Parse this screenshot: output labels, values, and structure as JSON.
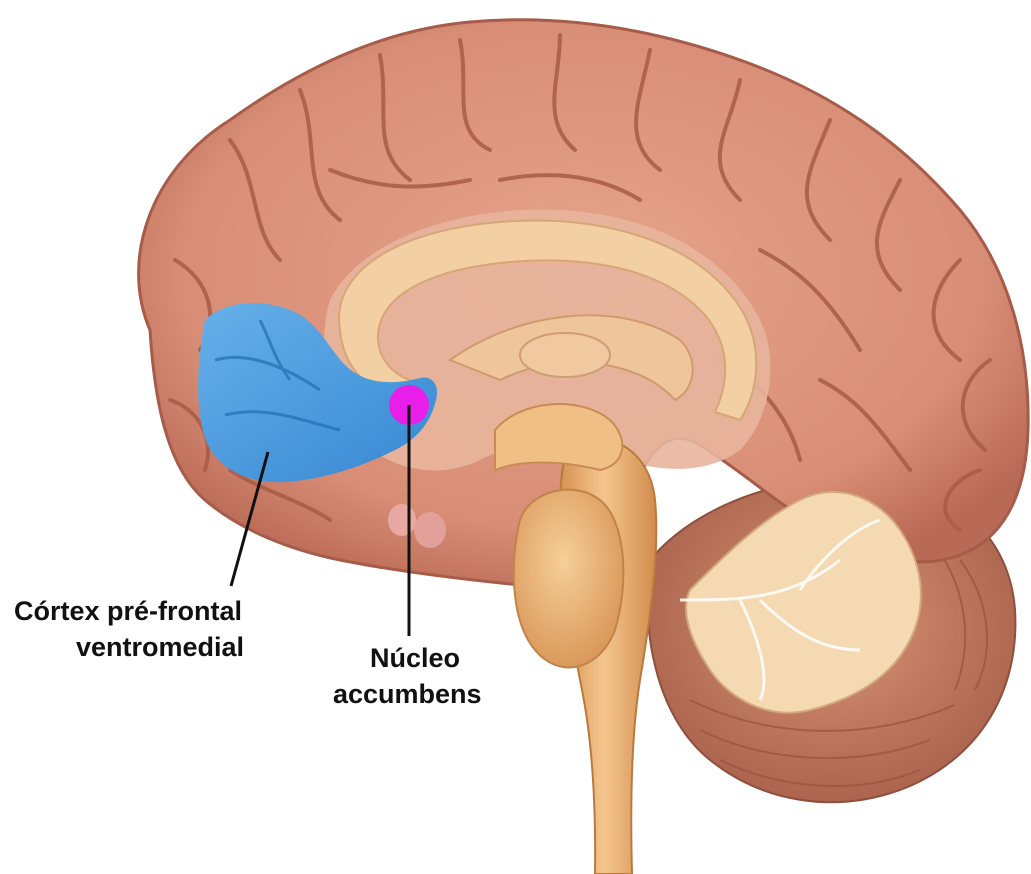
{
  "labels": {
    "vmpfc": {
      "line1": "Córtex pré-frontal",
      "line2": "ventromedial"
    },
    "nacc": {
      "line1": "Núcleo",
      "line2": "accumbens"
    }
  },
  "colors": {
    "cortex": "#d98f78",
    "cortex_dark": "#b86a55",
    "inner": "#e7b9a0",
    "corpus_callosum": "#f2cfa2",
    "brainstem": "#e9ad6c",
    "cerebellum": "#c98568",
    "arbor_vitae": "#f6dcb5",
    "vmpfc_highlight": "#3d97de",
    "nacc_highlight": "#e820e8",
    "leader_line": "#111111"
  },
  "icons": {
    "illustration": "brain-sagittal-section"
  }
}
